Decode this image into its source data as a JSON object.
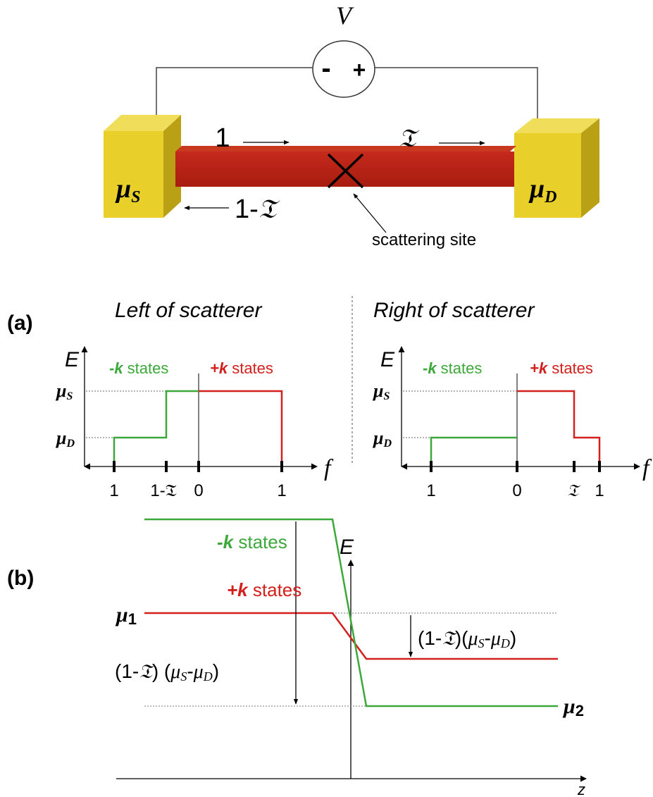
{
  "top_diagram": {
    "voltage_label": "V",
    "minus_sign": "-",
    "plus_sign": "+",
    "source_label": {
      "base": "μ",
      "sub": "S"
    },
    "drain_label": {
      "base": "μ",
      "sub": "D"
    },
    "incident_label": "1",
    "transmitted_label": "𝔗",
    "reflected_label": {
      "prefix": "1-",
      "T": "𝔗"
    },
    "scattering_site_label": "scattering site",
    "colors": {
      "contact": "#e8cf2a",
      "channel": "#b82214",
      "wire": "#333333"
    }
  },
  "panel_a": {
    "label": "(a)",
    "left": {
      "title": "Left of scatterer",
      "energy_axis": "E",
      "f_axis": "f",
      "minus_k_prefix": "-k",
      "plus_k_prefix": "+k",
      "states_word": " states",
      "mu_s": {
        "base": "μ",
        "sub": "S"
      },
      "mu_d": {
        "base": "μ",
        "sub": "D"
      },
      "ticks": [
        "1",
        "1-𝔗",
        "0",
        "1"
      ],
      "minus_k_occupation": {
        "below_mu_D": 1,
        "between_mu_D_and_mu_S": "1-𝔗"
      },
      "plus_k_occupation": {
        "below_mu_S": 1
      }
    },
    "right": {
      "title": "Right of scatterer",
      "energy_axis": "E",
      "f_axis": "f",
      "minus_k_prefix": "-k",
      "plus_k_prefix": "+k",
      "states_word": " states",
      "mu_s": {
        "base": "μ",
        "sub": "S"
      },
      "mu_d": {
        "base": "μ",
        "sub": "D"
      },
      "ticks": [
        "1",
        "0",
        "𝔗",
        "1"
      ],
      "minus_k_occupation": {
        "below_mu_D": 1
      },
      "plus_k_occupation": {
        "below_mu_D": 1,
        "between_mu_D_and_mu_S": "𝔗"
      }
    }
  },
  "panel_b": {
    "label": "(b)",
    "energy_axis": "E",
    "z_axis": "z",
    "plus_k_label": {
      "prefix": "+k",
      "suffix": " states"
    },
    "minus_k_label": {
      "prefix": "-k",
      "suffix": " states"
    },
    "mu_1": {
      "base": "μ",
      "sub": "1"
    },
    "mu_2": {
      "base": "μ",
      "sub": "2"
    },
    "drop_label_plus": {
      "open": "(1-",
      "T": "𝔗",
      "mid": ")(",
      "mu": "μ",
      "s": "S",
      "dash": "-",
      "mu2": "μ",
      "d": "D",
      "close": ")"
    },
    "drop_label_minus": {
      "open": "(1-",
      "T": "𝔗",
      "mid": ") (",
      "mu": "μ",
      "s": "S",
      "dash": "-",
      "mu2": "μ",
      "d": "D",
      "close": ")"
    }
  },
  "colors": {
    "plus_k": "#d4201c",
    "minus_k": "#3ca83a",
    "axis": "#000000",
    "guide": "#666666"
  }
}
